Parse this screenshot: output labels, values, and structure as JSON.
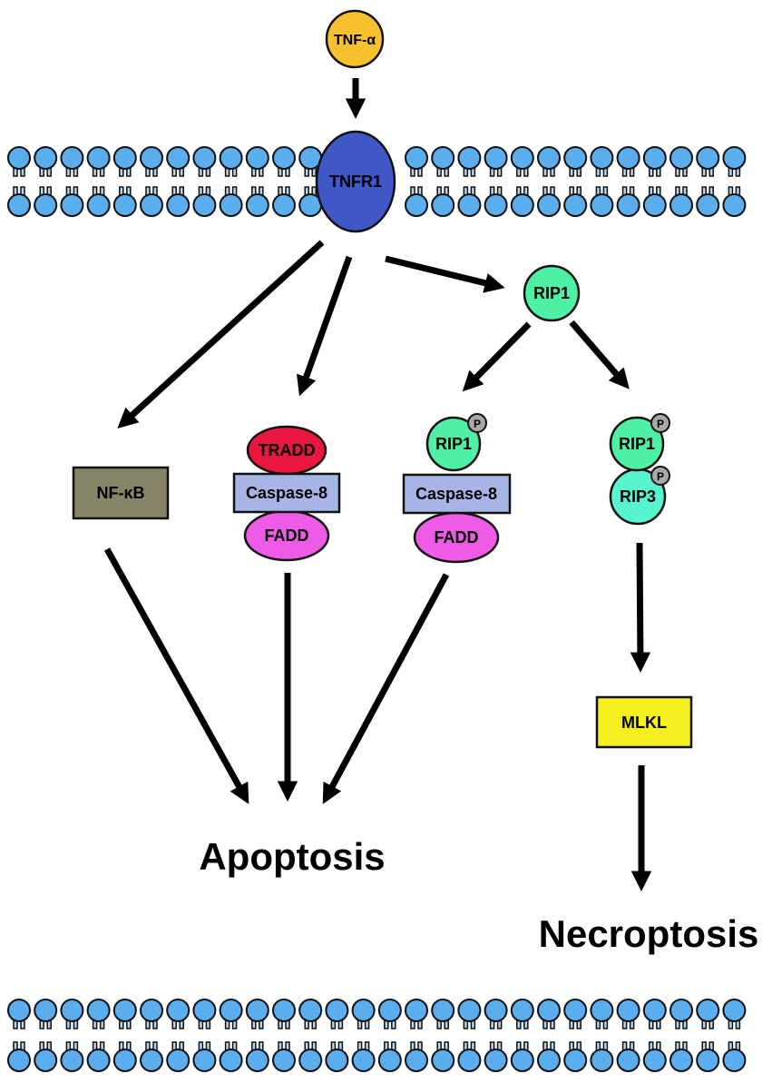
{
  "nodes": {
    "tnf_alpha": "TNF-α",
    "tnfr1": "TNFR1",
    "rip1_top": "RIP1",
    "nfkb": "NF-κB",
    "tradd": "TRADD",
    "caspase8_left": "Caspase-8",
    "fadd_left": "FADD",
    "rip1_mid": "RIP1",
    "caspase8_mid": "Caspase-8",
    "fadd_mid": "FADD",
    "rip1_right": "RIP1",
    "rip3": "RIP3",
    "mlkl": "MLKL",
    "phospho": "P"
  },
  "outcomes": {
    "apoptosis": "Apoptosis",
    "necroptosis": "Necroptosis"
  },
  "colors": {
    "tnf_alpha": "#F7C12E",
    "tnfr1": "#4057C6",
    "rip": "#4EF0A6",
    "rip3": "#56F5CF",
    "nfkb": "#868566",
    "tradd": "#E9173F",
    "caspase8": "#A7B4E6",
    "fadd": "#EE5BE6",
    "mlkl": "#F6F01F",
    "phospho": "#A8A8A8",
    "membrane_head": "#5AAEEE",
    "membrane_tail": "#B4D8F2"
  }
}
